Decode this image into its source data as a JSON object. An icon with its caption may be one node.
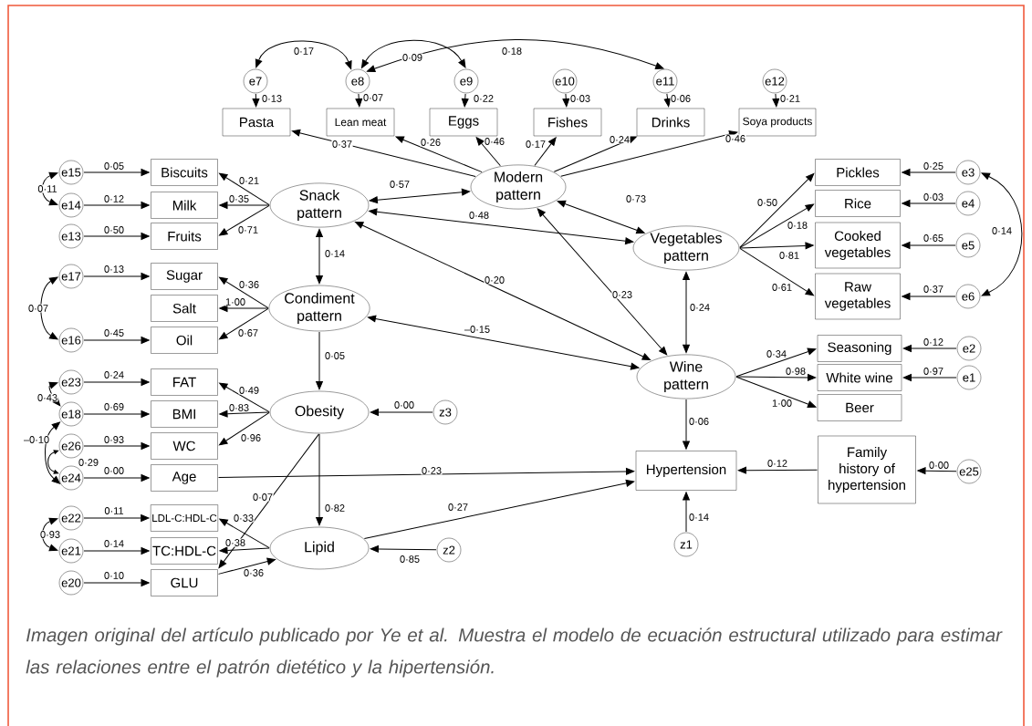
{
  "diagram": {
    "caption": "Imagen original del artículo publicado por Ye et al. Muestra el modelo de ecuación estructural utilizado para estimar las relaciones entre el patrón dietético y la hipertensión.",
    "nodes": [
      {
        "text": [
          "e7"
        ]
      },
      {
        "text": [
          "e8"
        ]
      },
      {
        "text": [
          "e9"
        ]
      },
      {
        "text": [
          "e10"
        ]
      },
      {
        "text": [
          "e11"
        ]
      },
      {
        "text": [
          "e12"
        ]
      },
      {
        "text": [
          "Pasta"
        ]
      },
      {
        "text": [
          "Lean meat"
        ]
      },
      {
        "text": [
          "Eggs"
        ]
      },
      {
        "text": [
          "Fishes"
        ]
      },
      {
        "text": [
          "Drinks"
        ]
      },
      {
        "text": [
          "Soya products"
        ]
      },
      {
        "text": [
          "Modern pattern"
        ]
      },
      {
        "text": [
          "e15"
        ]
      },
      {
        "text": [
          "e14"
        ]
      },
      {
        "text": [
          "e13"
        ]
      },
      {
        "text": [
          "Biscuits"
        ]
      },
      {
        "text": [
          "Milk"
        ]
      },
      {
        "text": [
          "Fruits"
        ]
      },
      {
        "text": [
          "Snack pattern"
        ]
      },
      {
        "text": [
          "e17"
        ]
      },
      {
        "text": [
          "e16"
        ]
      },
      {
        "text": [
          "Sugar"
        ]
      },
      {
        "text": [
          "Salt"
        ]
      },
      {
        "text": [
          "Oil"
        ]
      },
      {
        "text": [
          "Condiment pattern"
        ]
      },
      {
        "text": [
          "e23"
        ]
      },
      {
        "text": [
          "e18"
        ]
      },
      {
        "text": [
          "e26"
        ]
      },
      {
        "text": [
          "e24"
        ]
      },
      {
        "text": [
          "FAT"
        ]
      },
      {
        "text": [
          "BMI"
        ]
      },
      {
        "text": [
          "WC"
        ]
      },
      {
        "text": [
          "Age"
        ]
      },
      {
        "text": [
          "Obesity"
        ]
      },
      {
        "text": [
          "z3"
        ]
      },
      {
        "text": [
          "e22"
        ]
      },
      {
        "text": [
          "e21"
        ]
      },
      {
        "text": [
          "e20"
        ]
      },
      {
        "text": [
          "LDL-C:HDL-C"
        ]
      },
      {
        "text": [
          "TC:HDL-C"
        ]
      },
      {
        "text": [
          "GLU"
        ]
      },
      {
        "text": [
          "Lipid"
        ]
      },
      {
        "text": [
          "z2"
        ]
      },
      {
        "text": [
          "Vegetables pattern"
        ]
      },
      {
        "text": [
          "Pickles"
        ]
      },
      {
        "text": [
          "Rice"
        ]
      },
      {
        "text": [
          "Cooked vegetables"
        ]
      },
      {
        "text": [
          "Raw vegetables"
        ]
      },
      {
        "text": [
          "e3"
        ]
      },
      {
        "text": [
          "e4"
        ]
      },
      {
        "text": [
          "e5"
        ]
      },
      {
        "text": [
          "e6"
        ]
      },
      {
        "text": [
          "Wine pattern"
        ]
      },
      {
        "text": [
          "Seasoning"
        ]
      },
      {
        "text": [
          "White wine"
        ]
      },
      {
        "text": [
          "Beer"
        ]
      },
      {
        "text": [
          "e2"
        ]
      },
      {
        "text": [
          "e1"
        ]
      },
      {
        "text": [
          "Hypertension"
        ]
      },
      {
        "text": [
          "Family history of hypertension"
        ]
      },
      {
        "text": [
          "e25"
        ]
      },
      {
        "text": [
          "z1"
        ]
      }
    ],
    "edges": [
      {
        "from": 0,
        "to": 6,
        "arrow": "to",
        "label": "0·13"
      },
      {
        "from": 1,
        "to": 7,
        "arrow": "to",
        "label": "0·07"
      },
      {
        "from": 2,
        "to": 8,
        "arrow": "to",
        "label": "0·22"
      },
      {
        "from": 3,
        "to": 9,
        "arrow": "to",
        "label": "0·03"
      },
      {
        "from": 4,
        "to": 10,
        "arrow": "to",
        "label": "0·06"
      },
      {
        "from": 5,
        "to": 11,
        "arrow": "to",
        "label": "0·21"
      },
      {
        "from": 0,
        "to": 1,
        "arrow": "both",
        "label": "0·17"
      },
      {
        "from": 1,
        "to": 2,
        "arrow": "both",
        "label": "0·09"
      },
      {
        "from": 1,
        "to": 4,
        "arrow": "both",
        "label": "0·18"
      },
      {
        "from": 12,
        "to": 6,
        "arrow": "to",
        "label": "0·37"
      },
      {
        "from": 12,
        "to": 7,
        "arrow": "to",
        "label": "0·26"
      },
      {
        "from": 12,
        "to": 8,
        "arrow": "to",
        "label": "0·46"
      },
      {
        "from": 12,
        "to": 9,
        "arrow": "to",
        "label": "0·17"
      },
      {
        "from": 12,
        "to": 10,
        "arrow": "to",
        "label": "0·24"
      },
      {
        "from": 12,
        "to": 11,
        "arrow": "to",
        "label": "0·46"
      },
      {
        "from": 13,
        "to": 16,
        "arrow": "to",
        "label": "0·05"
      },
      {
        "from": 14,
        "to": 17,
        "arrow": "to",
        "label": "0·12"
      },
      {
        "from": 15,
        "to": 18,
        "arrow": "to",
        "label": "0·50"
      },
      {
        "from": 13,
        "to": 14,
        "arrow": "both",
        "label": "0·11"
      },
      {
        "from": 19,
        "to": 16,
        "arrow": "to",
        "label": "0·21"
      },
      {
        "from": 19,
        "to": 17,
        "arrow": "to",
        "label": "0·35"
      },
      {
        "from": 19,
        "to": 18,
        "arrow": "to",
        "label": "0·71"
      },
      {
        "from": 20,
        "to": 22,
        "arrow": "to",
        "label": "0·13"
      },
      {
        "from": 21,
        "to": 24,
        "arrow": "to",
        "label": "0·45"
      },
      {
        "from": 20,
        "to": 21,
        "arrow": "both",
        "label": "0·07"
      },
      {
        "from": 25,
        "to": 22,
        "arrow": "to",
        "label": "0·36"
      },
      {
        "from": 25,
        "to": 23,
        "arrow": "to",
        "label": "1·00"
      },
      {
        "from": 25,
        "to": 24,
        "arrow": "to",
        "label": "0·67"
      },
      {
        "from": 26,
        "to": 30,
        "arrow": "to",
        "label": "0·24"
      },
      {
        "from": 27,
        "to": 31,
        "arrow": "to",
        "label": "0·69"
      },
      {
        "from": 28,
        "to": 32,
        "arrow": "to",
        "label": "0·93"
      },
      {
        "from": 29,
        "to": 33,
        "arrow": "to",
        "label": "0·00"
      },
      {
        "from": 26,
        "to": 27,
        "arrow": "both",
        "label": "0·43"
      },
      {
        "from": 27,
        "to": 29,
        "arrow": "both",
        "label": "–0·10"
      },
      {
        "from": 28,
        "to": 29,
        "arrow": "both",
        "label": "0·29"
      },
      {
        "from": 34,
        "to": 30,
        "arrow": "to",
        "label": "0·49"
      },
      {
        "from": 34,
        "to": 31,
        "arrow": "to",
        "label": "0·83"
      },
      {
        "from": 34,
        "to": 32,
        "arrow": "to",
        "label": "0·96"
      },
      {
        "from": 35,
        "to": 34,
        "arrow": "to",
        "label": "0·00"
      },
      {
        "from": 36,
        "to": 39,
        "arrow": "to",
        "label": "0·11"
      },
      {
        "from": 37,
        "to": 40,
        "arrow": "to",
        "label": "0·14"
      },
      {
        "from": 38,
        "to": 41,
        "arrow": "to",
        "label": "0·10"
      },
      {
        "from": 36,
        "to": 37,
        "arrow": "both",
        "label": "0·93"
      },
      {
        "from": 42,
        "to": 39,
        "arrow": "to",
        "label": "0·33"
      },
      {
        "from": 42,
        "to": 40,
        "arrow": "to",
        "label": "0·38"
      },
      {
        "from": 41,
        "to": 42,
        "arrow": "to",
        "label": "0·36"
      },
      {
        "from": 43,
        "to": 42,
        "arrow": "to",
        "label": "0·85"
      },
      {
        "from": 34,
        "to": 41,
        "arrow": "to",
        "label": "0·07"
      },
      {
        "from": 34,
        "to": 42,
        "arrow": "to",
        "label": "0·82"
      },
      {
        "from": 33,
        "to": 59,
        "arrow": "to",
        "label": "0·23"
      },
      {
        "from": 42,
        "to": 59,
        "arrow": "to",
        "label": "0·27"
      },
      {
        "from": 19,
        "to": 12,
        "arrow": "both",
        "label": "0·57"
      },
      {
        "from": 12,
        "to": 44,
        "arrow": "both",
        "label": "0·73"
      },
      {
        "from": 19,
        "to": 44,
        "arrow": "both",
        "label": "0·48"
      },
      {
        "from": 19,
        "to": 25,
        "arrow": "both",
        "label": "0·14"
      },
      {
        "from": 19,
        "to": 53,
        "arrow": "both",
        "label": "0·20"
      },
      {
        "from": 12,
        "to": 53,
        "arrow": "both",
        "label": "0·23"
      },
      {
        "from": 44,
        "to": 53,
        "arrow": "both",
        "label": "0·24"
      },
      {
        "from": 25,
        "to": 53,
        "arrow": "both",
        "label": "–0·15"
      },
      {
        "from": 25,
        "to": 34,
        "arrow": "to",
        "label": "0·05"
      },
      {
        "from": 44,
        "to": 45,
        "arrow": "to",
        "label": "0·50"
      },
      {
        "from": 44,
        "to": 46,
        "arrow": "to",
        "label": "0·18"
      },
      {
        "from": 44,
        "to": 47,
        "arrow": "to",
        "label": "0·81"
      },
      {
        "from": 44,
        "to": 48,
        "arrow": "to",
        "label": "0·61"
      },
      {
        "from": 49,
        "to": 45,
        "arrow": "to",
        "label": "0·25"
      },
      {
        "from": 50,
        "to": 46,
        "arrow": "to",
        "label": "0·03"
      },
      {
        "from": 51,
        "to": 47,
        "arrow": "to",
        "label": "0·65"
      },
      {
        "from": 52,
        "to": 48,
        "arrow": "to",
        "label": "0·37"
      },
      {
        "from": 49,
        "to": 52,
        "arrow": "both",
        "label": "0·14"
      },
      {
        "from": 53,
        "to": 54,
        "arrow": "to",
        "label": "0·34"
      },
      {
        "from": 53,
        "to": 55,
        "arrow": "to",
        "label": "0·98"
      },
      {
        "from": 53,
        "to": 56,
        "arrow": "to",
        "label": "1·00"
      },
      {
        "from": 57,
        "to": 54,
        "arrow": "to",
        "label": "0·12"
      },
      {
        "from": 58,
        "to": 55,
        "arrow": "to",
        "label": "0·97"
      },
      {
        "from": 53,
        "to": 59,
        "arrow": "to",
        "label": "0·06"
      },
      {
        "from": 60,
        "to": 59,
        "arrow": "to",
        "label": "0·12"
      },
      {
        "from": 61,
        "to": 60,
        "arrow": "to",
        "label": "0·00"
      },
      {
        "from": 62,
        "to": 59,
        "arrow": "to",
        "label": "0·14"
      }
    ]
  }
}
